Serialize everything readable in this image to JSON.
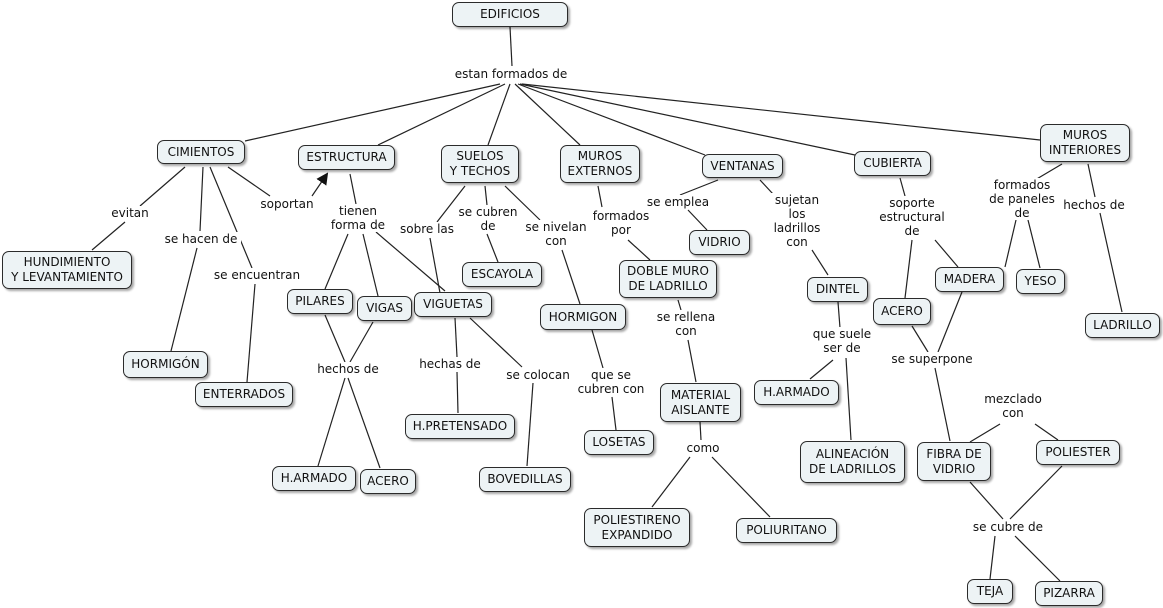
{
  "concepts": {
    "edificios": "EDIFICIOS",
    "cimientos": "CIMIENTOS",
    "estructura": "ESTRUCTURA",
    "suelos": "SUELOS\nY TECHOS",
    "muros_externos": "MUROS\nEXTERNOS",
    "ventanas": "VENTANAS",
    "cubierta": "CUBIERTA",
    "muros_interiores": "MUROS\nINTERIORES",
    "hundimiento": "HUNDIMIENTO\nY LEVANTAMIENTO",
    "hormigon_cim": "HORMIGÓN",
    "enterrados": "ENTERRADOS",
    "pilares": "PILARES",
    "vigas": "VIGAS",
    "viguetas": "VIGUETAS",
    "harmado_1": "H.ARMADO",
    "acero_1": "ACERO",
    "hpretensado": "H.PRETENSADO",
    "bovedillas": "BOVEDILLAS",
    "escayola": "ESCAYOLA",
    "hormigon": "HORMIGON",
    "losetas": "LOSETAS",
    "doble_muro": "DOBLE MURO\nDE LADRILLO",
    "material_aislante": "MATERIAL\nAISLANTE",
    "poliestireno": "POLIESTIRENO\nEXPANDIDO",
    "poliuritano": "POLIURITANO",
    "vidrio": "VIDRIO",
    "dintel": "DINTEL",
    "harmado_2": "H.ARMADO",
    "alineacion": "ALINEACIÓN\nDE LADRILLOS",
    "acero_2": "ACERO",
    "madera": "MADERA",
    "yeso": "YESO",
    "ladrillo": "LADRILLO",
    "fibra_vidrio": "FIBRA DE\nVIDRIO",
    "poliester": "POLIESTER",
    "teja": "TEJA",
    "pizarra": "PIZARRA"
  },
  "linking_phrases": {
    "estan_formados": "estan formados de",
    "evitan": "evitan",
    "se_hacen_de": "se hacen de",
    "se_encuentran": "se encuentran",
    "soportan": "soportan",
    "tienen_forma": "tienen\nforma de",
    "hechos_de_1": "hechos de",
    "sobre_las": "sobre las",
    "se_cubren_de": "se cubren\nde",
    "se_nivelan": "se nivelan\ncon",
    "hechas_de": "hechas de",
    "se_colocan": "se colocan",
    "que_se_cubren": "que se\ncubren con",
    "formados_por": "formados\npor",
    "se_rellena": "se rellena\ncon",
    "como": "como",
    "se_emplea": "se emplea",
    "sujetan": "sujetan\nlos\nladrillos\ncon",
    "que_suele": "que suele\nser de",
    "soporte_estructural": "soporte\nestructural\nde",
    "se_superpone": "se superpone",
    "formados_paneles": "formados\nde paneles\nde",
    "hechos_de_2": "hechos de",
    "mezclado_con": "mezclado\ncon",
    "se_cubre_de": "se cubre de"
  }
}
